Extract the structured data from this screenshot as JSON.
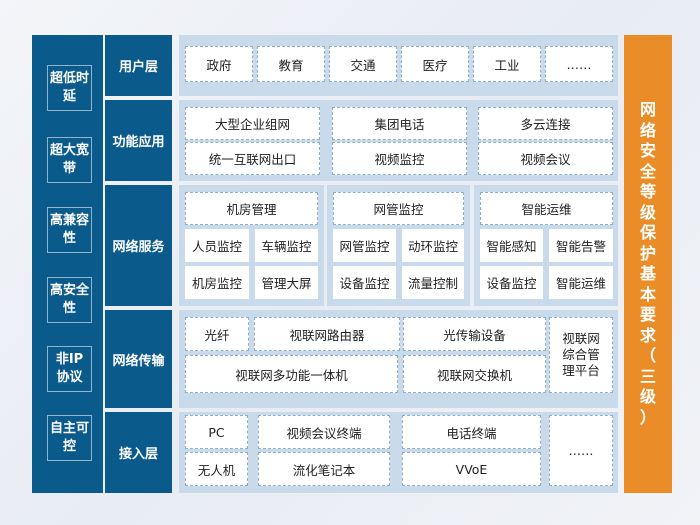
{
  "features": [
    "超低时延",
    "超大宽带",
    "高兼容性",
    "高安全性",
    "非IP协议",
    "自主可控"
  ],
  "layers": {
    "user": {
      "label": "用户层",
      "items": [
        "政府",
        "教育",
        "交通",
        "医疗",
        "工业",
        "……"
      ]
    },
    "function": {
      "label": "功能应用",
      "items": [
        "大型企业组网",
        "集团电话",
        "多云连接",
        "统一互联网出口",
        "视频监控",
        "视频会议"
      ]
    },
    "service": {
      "label": "网络服务",
      "groups": [
        {
          "title": "机房管理",
          "items": [
            "人员监控",
            "车辆监控",
            "机房监控",
            "管理大屏"
          ]
        },
        {
          "title": "网管监控",
          "items": [
            "网管监控",
            "动环监控",
            "设备监控",
            "流量控制"
          ]
        },
        {
          "title": "智能运维",
          "items": [
            "智能感知",
            "智能告警",
            "设备监控",
            "智能运维"
          ]
        }
      ]
    },
    "transport": {
      "label": "网络传输",
      "items": [
        "光纤",
        "视联网路由器",
        "光传输设备",
        "视联网多功能一体机",
        "视联网交换机"
      ],
      "platform": "视联网综合管理平台"
    },
    "access": {
      "label": "接入层",
      "items": [
        "PC",
        "视频会议终端",
        "电话终端",
        "无人机",
        "流化笔记本",
        "VVoE",
        "……"
      ]
    }
  },
  "side_title": [
    "网",
    "络",
    "安",
    "全",
    "等",
    "级",
    "保",
    "护",
    "基",
    "本",
    "要",
    "求",
    "（",
    "三",
    "级",
    "）"
  ],
  "colors": {
    "primary": "#0b5a8c",
    "accent": "#ea8d28",
    "panel": "#c9dbeb"
  }
}
